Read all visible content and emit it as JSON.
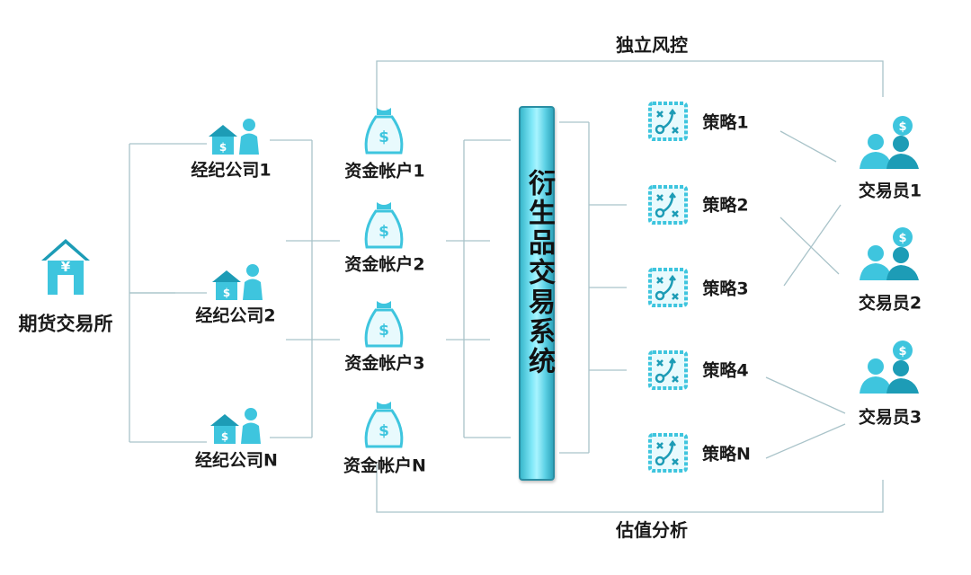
{
  "top_label": "独立风控",
  "bottom_label": "估值分析",
  "exchange": {
    "label": "期货交易所",
    "icon": "exchange-house-icon"
  },
  "brokers": [
    {
      "label": "经纪公司1",
      "icon": "broker-icon"
    },
    {
      "label": "经纪公司2",
      "icon": "broker-icon"
    },
    {
      "label": "经纪公司N",
      "icon": "broker-icon"
    }
  ],
  "accounts": [
    {
      "label": "资金帐户1",
      "icon": "money-bag-icon"
    },
    {
      "label": "资金帐户2",
      "icon": "money-bag-icon"
    },
    {
      "label": "资金帐户3",
      "icon": "money-bag-icon"
    },
    {
      "label": "资金帐户N",
      "icon": "money-bag-icon"
    }
  ],
  "system": {
    "label": "衍生品交易系统"
  },
  "strategies": [
    {
      "label": "策略1",
      "icon": "strategy-board-icon"
    },
    {
      "label": "策略2",
      "icon": "strategy-board-icon"
    },
    {
      "label": "策略3",
      "icon": "strategy-board-icon"
    },
    {
      "label": "策略4",
      "icon": "strategy-board-icon"
    },
    {
      "label": "策略N",
      "icon": "strategy-board-icon"
    }
  ],
  "traders": [
    {
      "label": "交易员1",
      "icon": "trader-icon"
    },
    {
      "label": "交易员2",
      "icon": "trader-icon"
    },
    {
      "label": "交易员3",
      "icon": "trader-icon"
    }
  ],
  "colors": {
    "line": "#a9c3c9",
    "icon": "#3ec5de",
    "icon_dark": "#1d9cb6",
    "bar": "#62d8ec"
  }
}
